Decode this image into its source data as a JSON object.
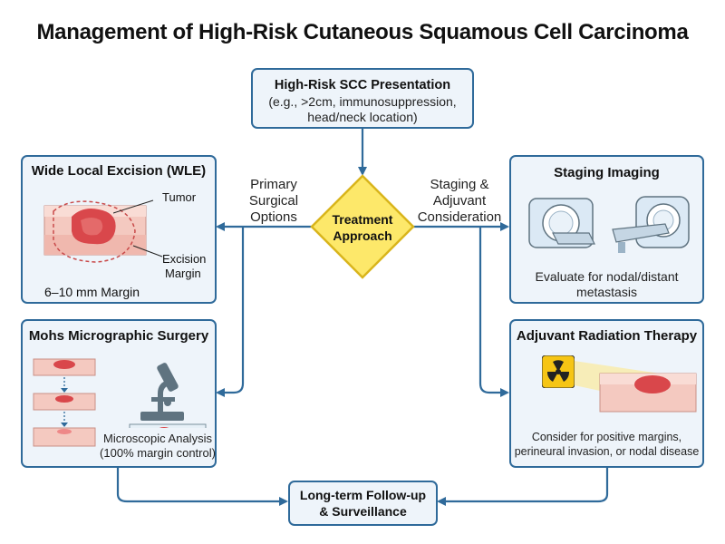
{
  "title": "Management of High-Risk Cutaneous Squamous Cell Carcinoma",
  "presentation": {
    "title": "High-Risk SCC Presentation",
    "line1": "(e.g., >2cm, immunosuppression,",
    "line2": "head/neck location)"
  },
  "decision": {
    "line1": "Treatment",
    "line2": "Approach"
  },
  "left_label": {
    "line1": "Primary",
    "line2": "Surgical",
    "line3": "Options"
  },
  "right_label": {
    "line1": "Staging &",
    "line2": "Adjuvant",
    "line3": "Consideration"
  },
  "wle": {
    "title": "Wide Local Excision (WLE)",
    "tumor_label": "Tumor",
    "excision_label_1": "Excision",
    "excision_label_2": "Margin",
    "margin_caption": "6–10 mm Margin"
  },
  "mohs": {
    "title": "Mohs Micrographic Surgery",
    "caption_1": "Microscopic Analysis",
    "caption_2": "(100% margin control)"
  },
  "staging": {
    "title": "Staging Imaging",
    "caption_1": "Evaluate for nodal/distant",
    "caption_2": "metastasis"
  },
  "radiation": {
    "title": "Adjuvant Radiation Therapy",
    "caption_1": "Consider for positive margins,",
    "caption_2": "perineural invasion, or nodal disease"
  },
  "followup": {
    "line1": "Long-term Follow-up",
    "line2": "& Surveillance"
  },
  "colors": {
    "border": "#2f6a9a",
    "box_fill": "#eef4fa",
    "decision_fill": "#fde86a",
    "decision_border": "#d9b51c",
    "tumor": "#d9474b",
    "skin": "#f4c9c0",
    "radiation_yellow": "#f6c514"
  },
  "icons": [
    "skin-excision-icon",
    "mohs-layers-icon",
    "microscope-icon",
    "ct-scanner-icon",
    "mri-scanner-icon",
    "radiation-trefoil-icon"
  ]
}
